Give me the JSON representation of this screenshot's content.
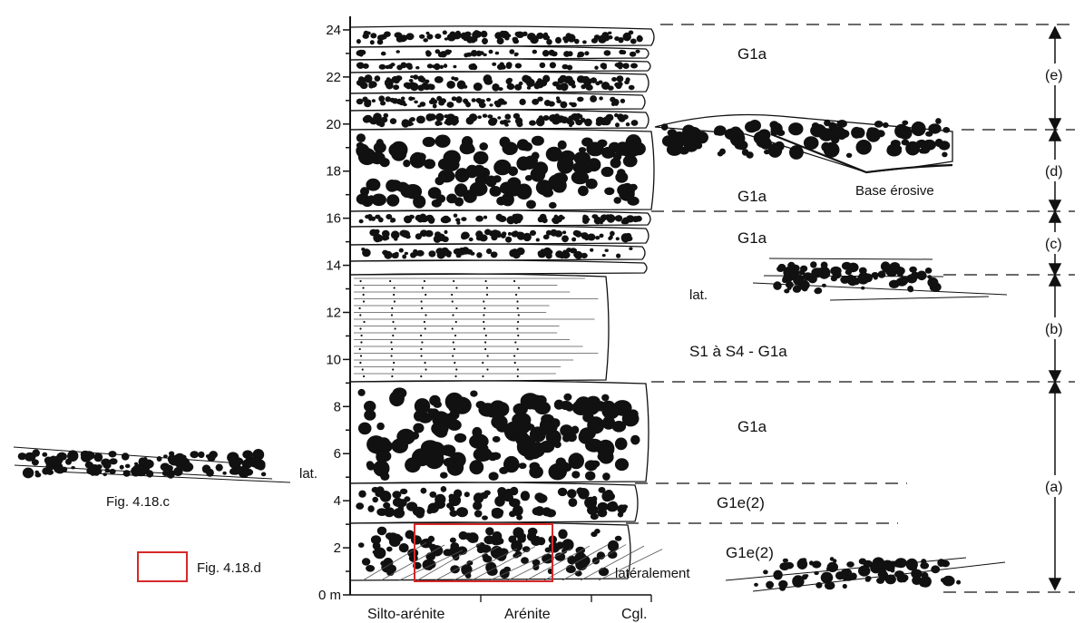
{
  "axis": {
    "ticks": [
      "24",
      "22",
      "20",
      "18",
      "16",
      "14",
      "12",
      "10",
      "8",
      "6",
      "4",
      "2",
      "0 m"
    ],
    "grain_size_labels": [
      "Silto-arénite",
      "Arénite",
      "Cgl."
    ]
  },
  "beds": {
    "g1a_top": "G1a",
    "g1a_d": "G1a",
    "g1a_c": "G1a",
    "s1_s4": "S1 à S4 - G1a",
    "g1a_lower": "G1a",
    "g1e2_upper": "G1e(2)",
    "g1e2_lower": "G1e(2)"
  },
  "sequences": [
    "(e)",
    "(d)",
    "(c)",
    "(b)",
    "(a)"
  ],
  "annotations": {
    "base_erosive": "Base érosive",
    "lat_14": "lat.",
    "lat_5": "lat.",
    "lateralement": "latéralement",
    "fig_418c": "Fig. 4.18.c",
    "legend_box_label": "Fig. 4.18.d"
  },
  "colors": {
    "ink": "#111111",
    "highlight_box": "#d62828"
  }
}
